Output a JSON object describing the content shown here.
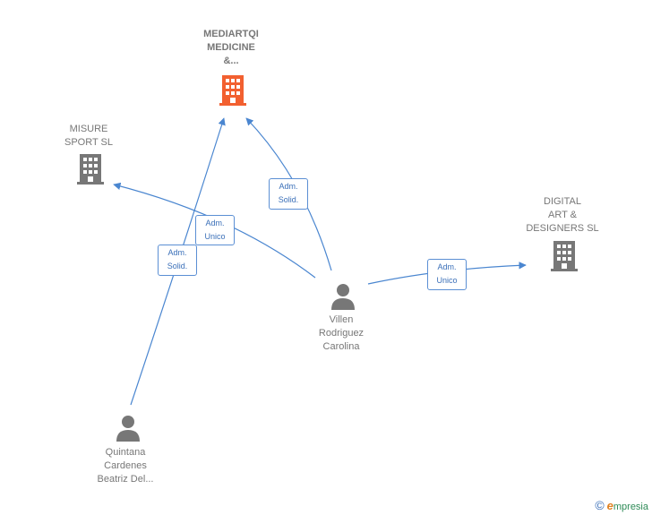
{
  "colors": {
    "edge": "#4a86d0",
    "company_main": "#f26030",
    "company": "#777777",
    "person": "#777777"
  },
  "nodes": {
    "mediartqi": {
      "label": "MEDIARTQI\nMEDICINE\n&...",
      "icon": "building-icon"
    },
    "misure": {
      "label": "MISURE\nSPORT SL",
      "icon": "building-icon"
    },
    "digital": {
      "label": "DIGITAL\nART &\nDESIGNERS SL",
      "icon": "building-icon"
    },
    "villen": {
      "label": "Villen\nRodriguez\nCarolina",
      "icon": "person-icon"
    },
    "quintana": {
      "label": "Quintana\nCardenes\nBeatriz Del...",
      "icon": "person-icon"
    }
  },
  "edges": {
    "villen_mediartqi": "Adm.\nSolid.",
    "villen_misure": "Adm.\nUnico",
    "villen_digital": "Adm.\nUnico",
    "quintana_mediartqi": "Adm.\nSolid."
  },
  "brand": {
    "copyright": "©",
    "e": "e",
    "name": "mpresia"
  }
}
